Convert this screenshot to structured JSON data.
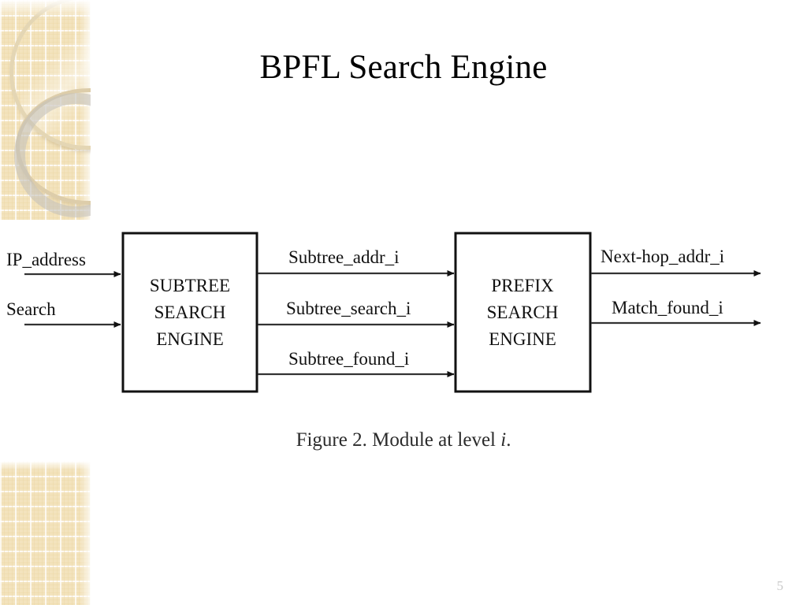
{
  "slide": {
    "title": "BPFL Search Engine",
    "page_number": "5",
    "background_color": "#ffffff",
    "accent_color": "#f3e3bd"
  },
  "decoration": {
    "top_strip_name": "grid-and-rings-ornament",
    "bottom_strip_name": "grid-ornament",
    "grid_color": "#f3e3bd",
    "ring_tan_color": "#e4d6b4",
    "ring_gray_color": "#c4c1ba"
  },
  "figure": {
    "caption_prefix": "Figure 2. Module at level ",
    "caption_italic": "i",
    "caption_suffix": ".",
    "blocks": [
      {
        "id": "subtree",
        "lines": [
          "SUBTREE",
          "SEARCH",
          "ENGINE"
        ]
      },
      {
        "id": "prefix",
        "lines": [
          "PREFIX",
          "SEARCH",
          "ENGINE"
        ]
      }
    ],
    "inputs": [
      {
        "label": "IP_address"
      },
      {
        "label": "Search"
      }
    ],
    "interconnects": [
      {
        "label": "Subtree_addr_i"
      },
      {
        "label": "Subtree_search_i"
      },
      {
        "label": "Subtree_found_i"
      }
    ],
    "outputs": [
      {
        "label": "Next-hop_addr_i"
      },
      {
        "label": "Match_found_i"
      }
    ]
  }
}
